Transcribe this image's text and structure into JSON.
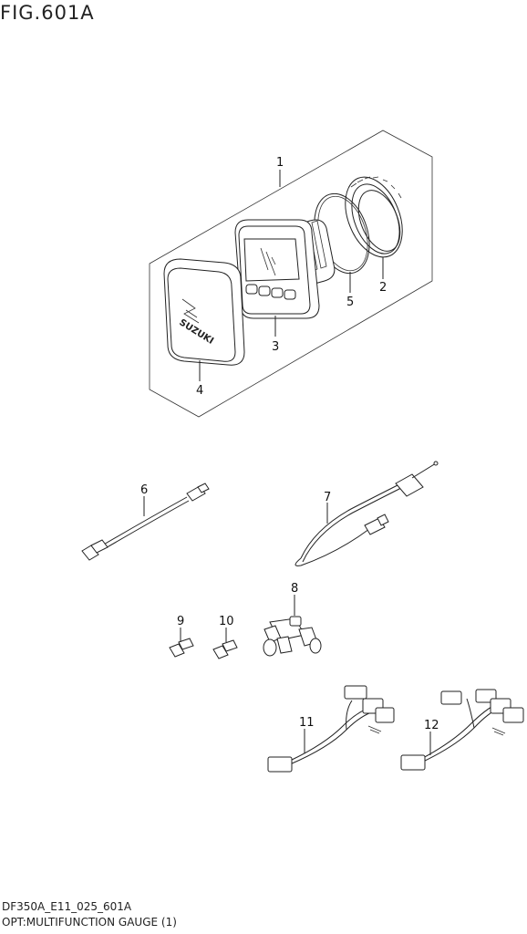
{
  "figure": {
    "title": "FIG.601A",
    "code": "DF350A_E11_025_601A",
    "caption": "OPT:MULTIFUNCTION GAUGE (1)"
  },
  "parts": [
    {
      "ref": "1"
    },
    {
      "ref": "2"
    },
    {
      "ref": "3"
    },
    {
      "ref": "4"
    },
    {
      "ref": "5"
    },
    {
      "ref": "6"
    },
    {
      "ref": "7"
    },
    {
      "ref": "8"
    },
    {
      "ref": "9"
    },
    {
      "ref": "10"
    },
    {
      "ref": "11"
    },
    {
      "ref": "12"
    }
  ],
  "logo_text": "SUZUKI"
}
